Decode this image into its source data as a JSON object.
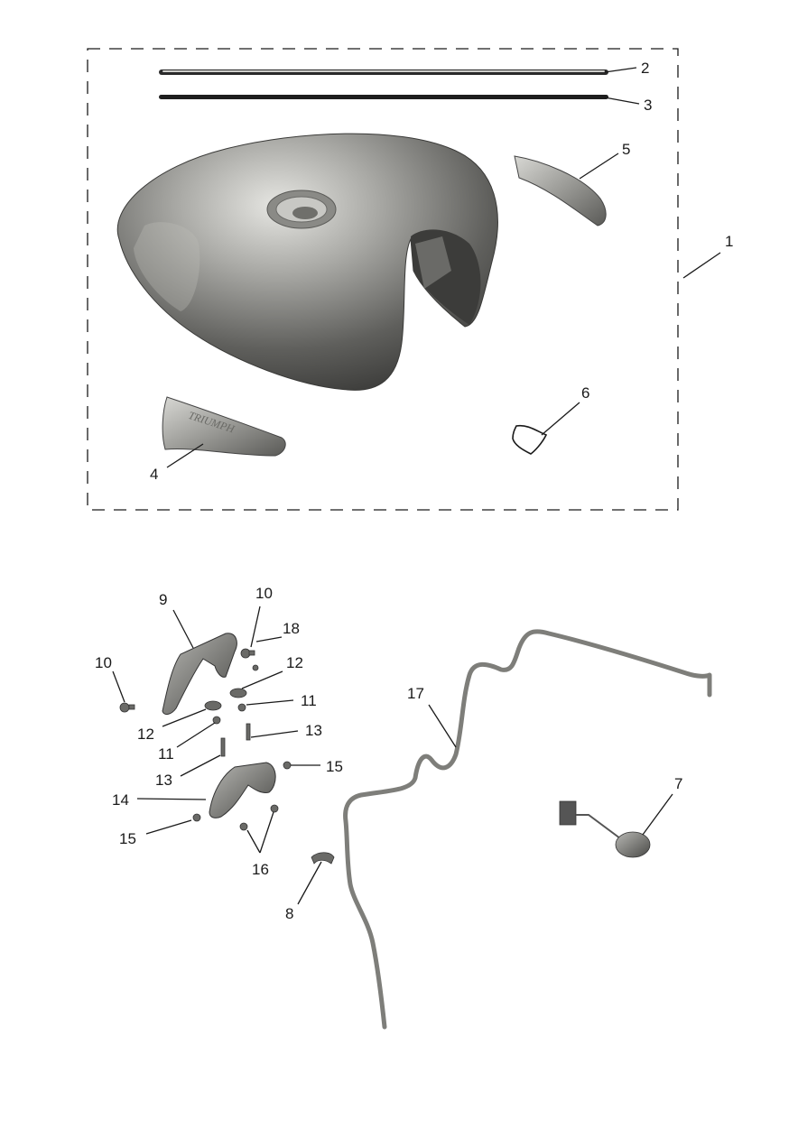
{
  "callouts": [
    {
      "id": "c1",
      "label": "1"
    },
    {
      "id": "c2",
      "label": "2"
    },
    {
      "id": "c3",
      "label": "3"
    },
    {
      "id": "c4",
      "label": "4"
    },
    {
      "id": "c5",
      "label": "5"
    },
    {
      "id": "c6",
      "label": "6"
    },
    {
      "id": "c7",
      "label": "7"
    },
    {
      "id": "c8",
      "label": "8"
    },
    {
      "id": "c9",
      "label": "9"
    },
    {
      "id": "c10a",
      "label": "10"
    },
    {
      "id": "c10b",
      "label": "10"
    },
    {
      "id": "c11a",
      "label": "11"
    },
    {
      "id": "c11b",
      "label": "11"
    },
    {
      "id": "c12a",
      "label": "12"
    },
    {
      "id": "c12b",
      "label": "12"
    },
    {
      "id": "c13a",
      "label": "13"
    },
    {
      "id": "c13b",
      "label": "13"
    },
    {
      "id": "c14",
      "label": "14"
    },
    {
      "id": "c15a",
      "label": "15"
    },
    {
      "id": "c15b",
      "label": "15"
    },
    {
      "id": "c16",
      "label": "16"
    },
    {
      "id": "c17",
      "label": "17"
    },
    {
      "id": "c18",
      "label": "18"
    }
  ],
  "badge_text": "TRIUMPH",
  "colors": {
    "ink": "#1a1a1a",
    "tank_dark": "#4d4d4b",
    "tank_light": "#d9d9d6",
    "part_mid": "#8a8a86"
  }
}
